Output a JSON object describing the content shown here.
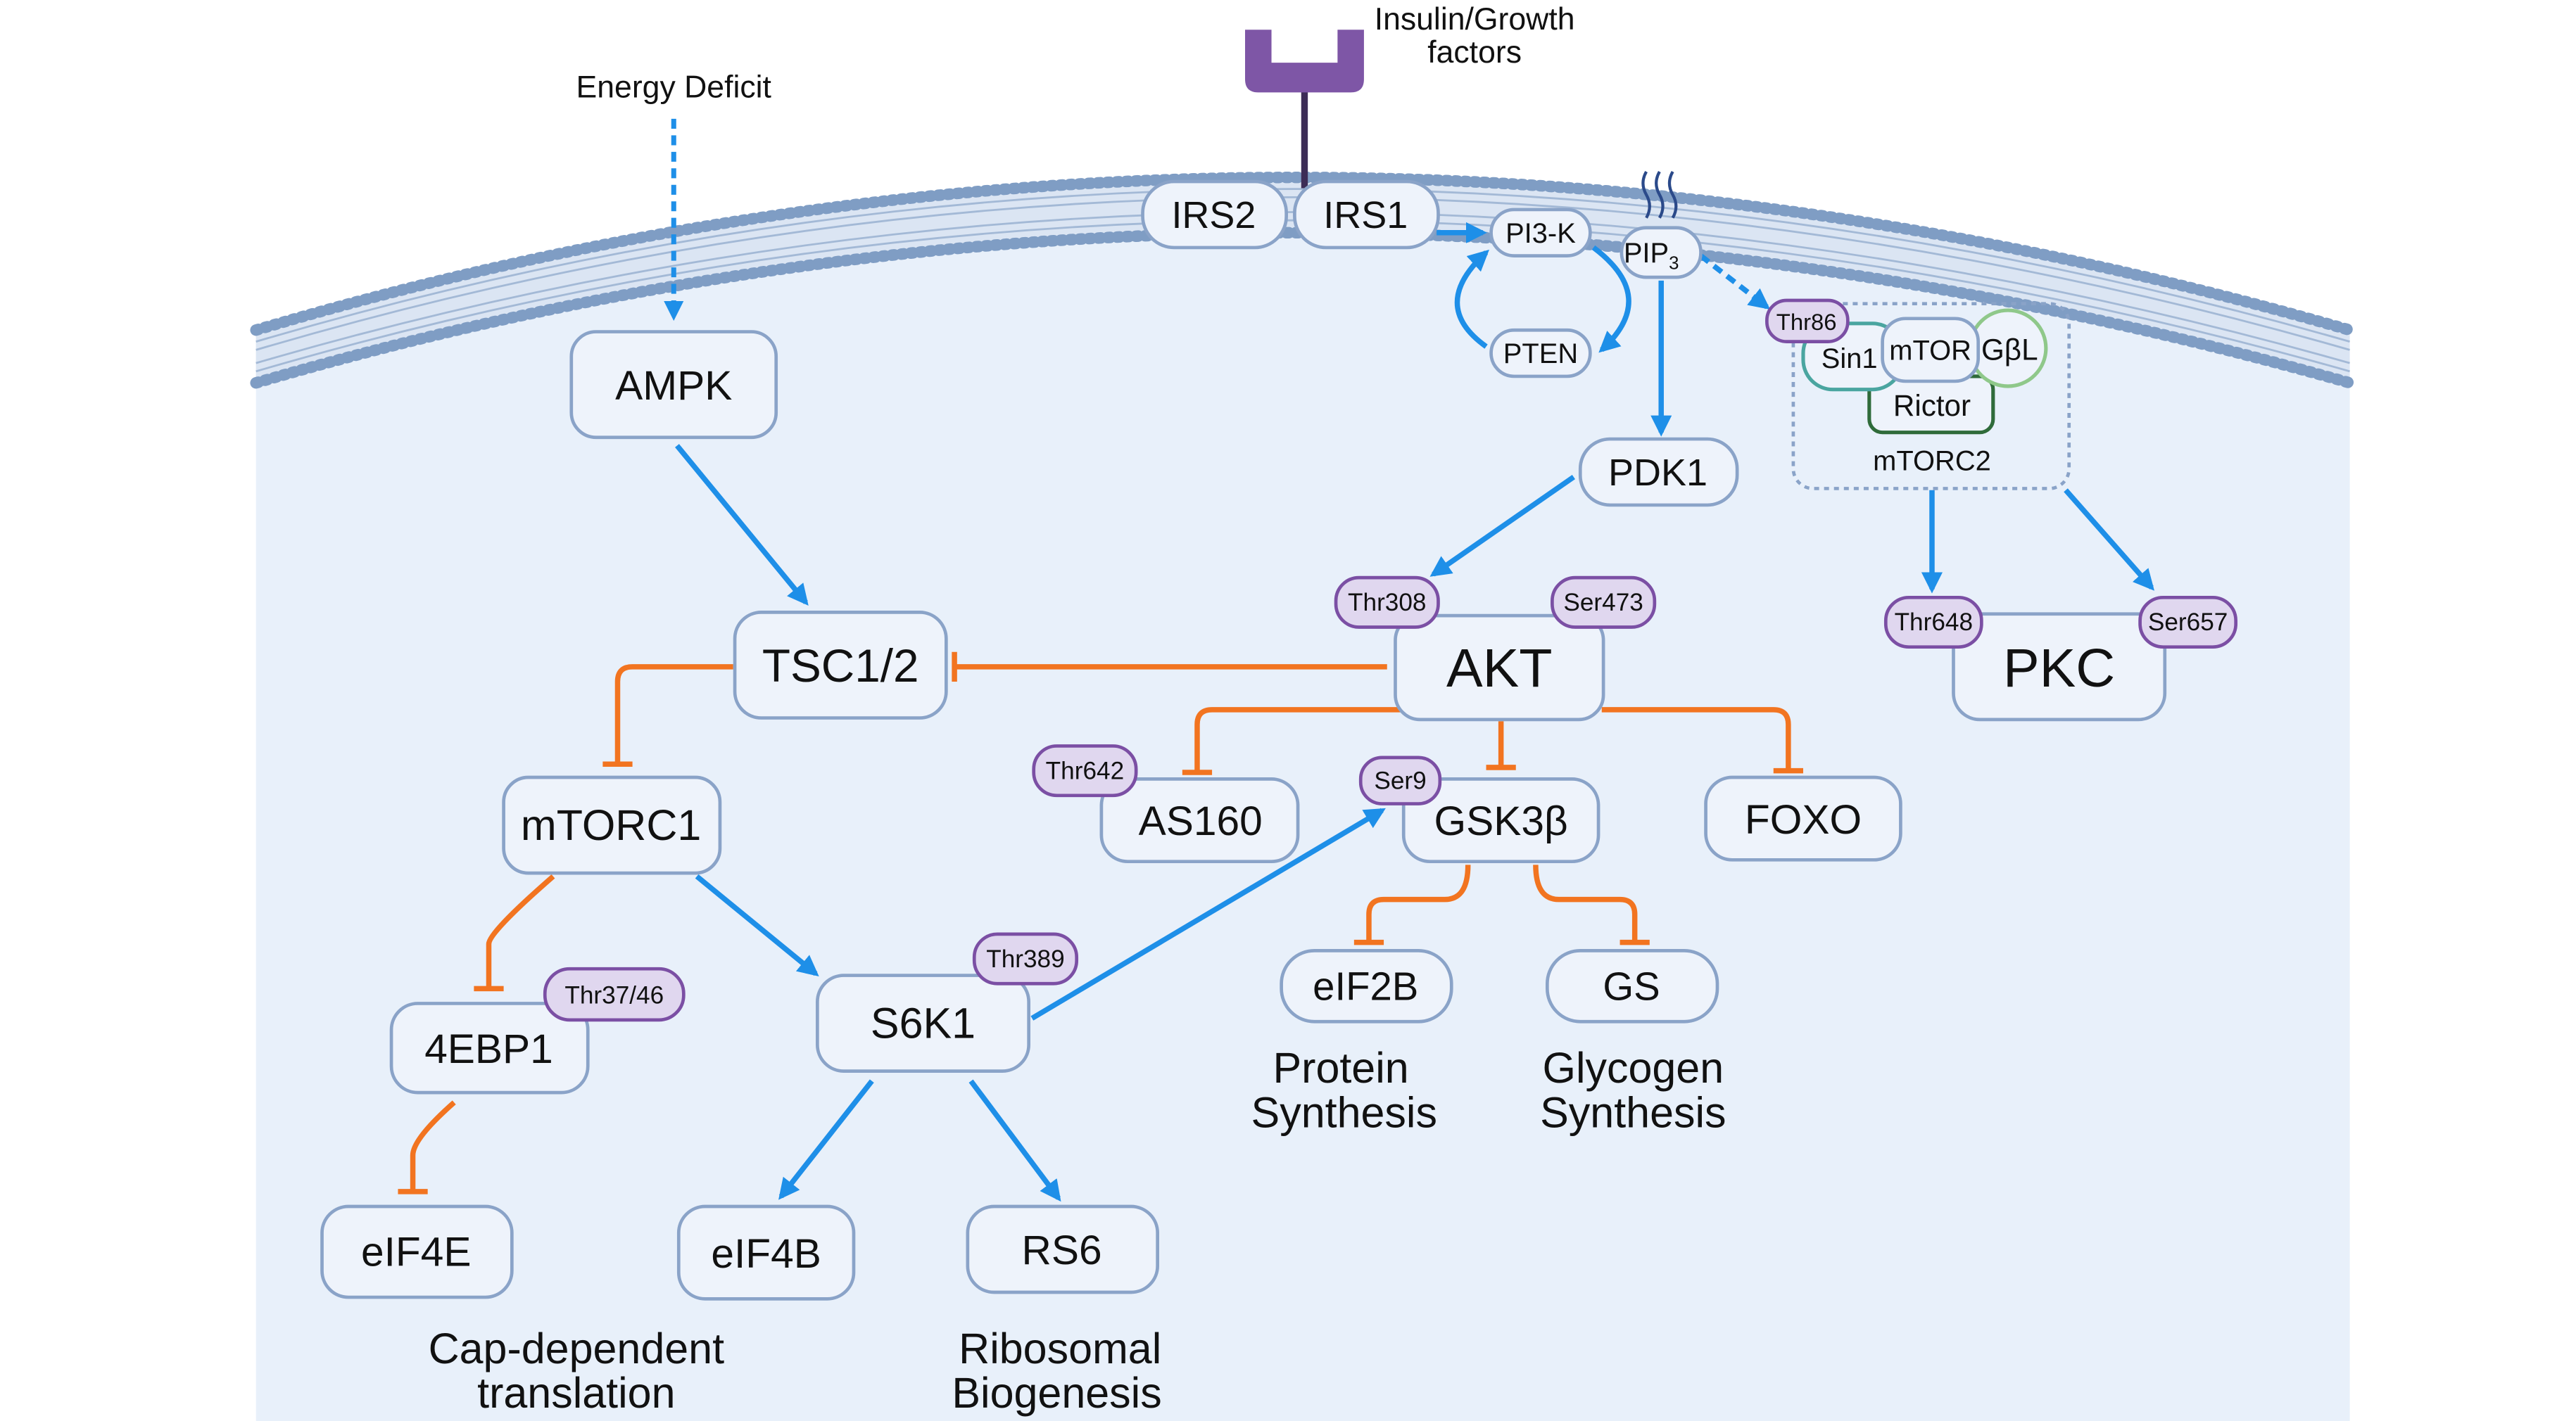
{
  "colors": {
    "cell": "#e8f0fa",
    "membrane_dot": "#7f9dc4",
    "membrane_line": "#a3b9d6",
    "node_fill": "#eef3fb",
    "node_stroke": "#8aa3c8",
    "phospho_fill": "#e0d7ef",
    "phospho_stroke": "#7b4fa4",
    "activate": "#1e8fe8",
    "inhibit": "#f27420",
    "receptor": "#7e56a6",
    "receptor_stem": "#3c2c56",
    "sin1": "#4aa5a0",
    "gbl": "#8fc88a",
    "rictor": "#2f6b3a",
    "mtorc2_box": "#8aa3c8",
    "text": "#111111"
  },
  "labels": {
    "energy_deficit": "Energy Deficit",
    "insulin_line1": "Insulin/Growth",
    "insulin_line2": "factors",
    "mtorc2": "mTORC2",
    "protein_synthesis_1": "Protein",
    "protein_synthesis_2": "Synthesis",
    "glycogen_synthesis_1": "Glycogen",
    "glycogen_synthesis_2": "Synthesis",
    "cap_dependent_1": "Cap-dependent",
    "cap_dependent_2": "translation",
    "ribosomal_1": "Ribosomal",
    "ribosomal_2": "Biogenesis"
  },
  "nodes": {
    "ampk": "AMPK",
    "irs2": "IRS2",
    "irs1": "IRS1",
    "pi3k": "PI3-K",
    "pten": "PTEN",
    "pip3": "PIP",
    "pip3_sub": "3",
    "pdk1": "PDK1",
    "tsc": "TSC1/2",
    "akt": "AKT",
    "pkc": "PKC",
    "mtorc1": "mTORC1",
    "as160": "AS160",
    "gsk3b": "GSK3β",
    "foxo": "FOXO",
    "fourebp1": "4EBP1",
    "s6k1": "S6K1",
    "eif2b": "eIF2B",
    "gs": "GS",
    "eif4e": "eIF4E",
    "eif4b": "eIF4B",
    "rs6": "RS6",
    "sin1": "Sin1",
    "mtor": "mTOR",
    "gbl": "GβL",
    "rictor": "Rictor"
  },
  "sites": {
    "thr86": "Thr86",
    "thr308": "Thr308",
    "ser473": "Ser473",
    "thr648": "Thr648",
    "ser657": "Ser657",
    "thr642": "Thr642",
    "ser9": "Ser9",
    "thr389": "Thr389",
    "thr3746": "Thr37/46"
  }
}
